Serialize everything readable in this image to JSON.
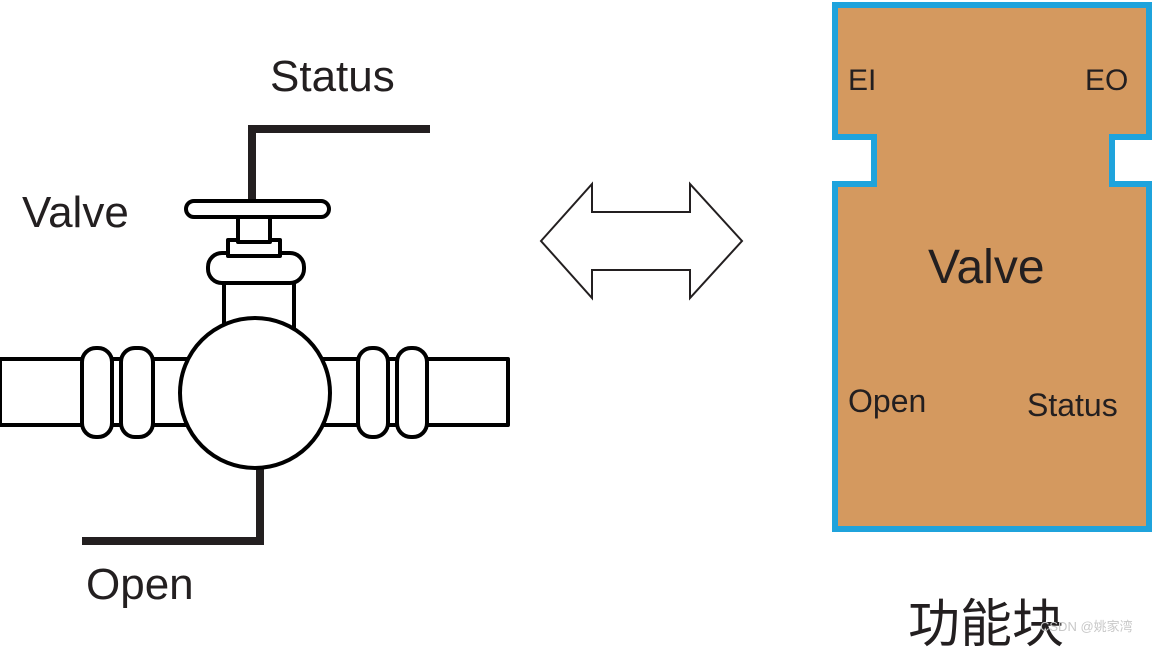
{
  "valve_illustration": {
    "status_label": "Status",
    "valve_label": "Valve",
    "open_label": "Open"
  },
  "arrow": {
    "icon": "double-arrow-icon",
    "direction": "bidirectional"
  },
  "function_block": {
    "fill_color": "#d4995f",
    "border_color": "#1fa3dc",
    "ei_label": "EI",
    "eo_label": "EO",
    "name": "Valve",
    "open_label": "Open",
    "status_label": "Status",
    "caption": "功能块"
  },
  "watermark": "CSDN @姚家湾"
}
